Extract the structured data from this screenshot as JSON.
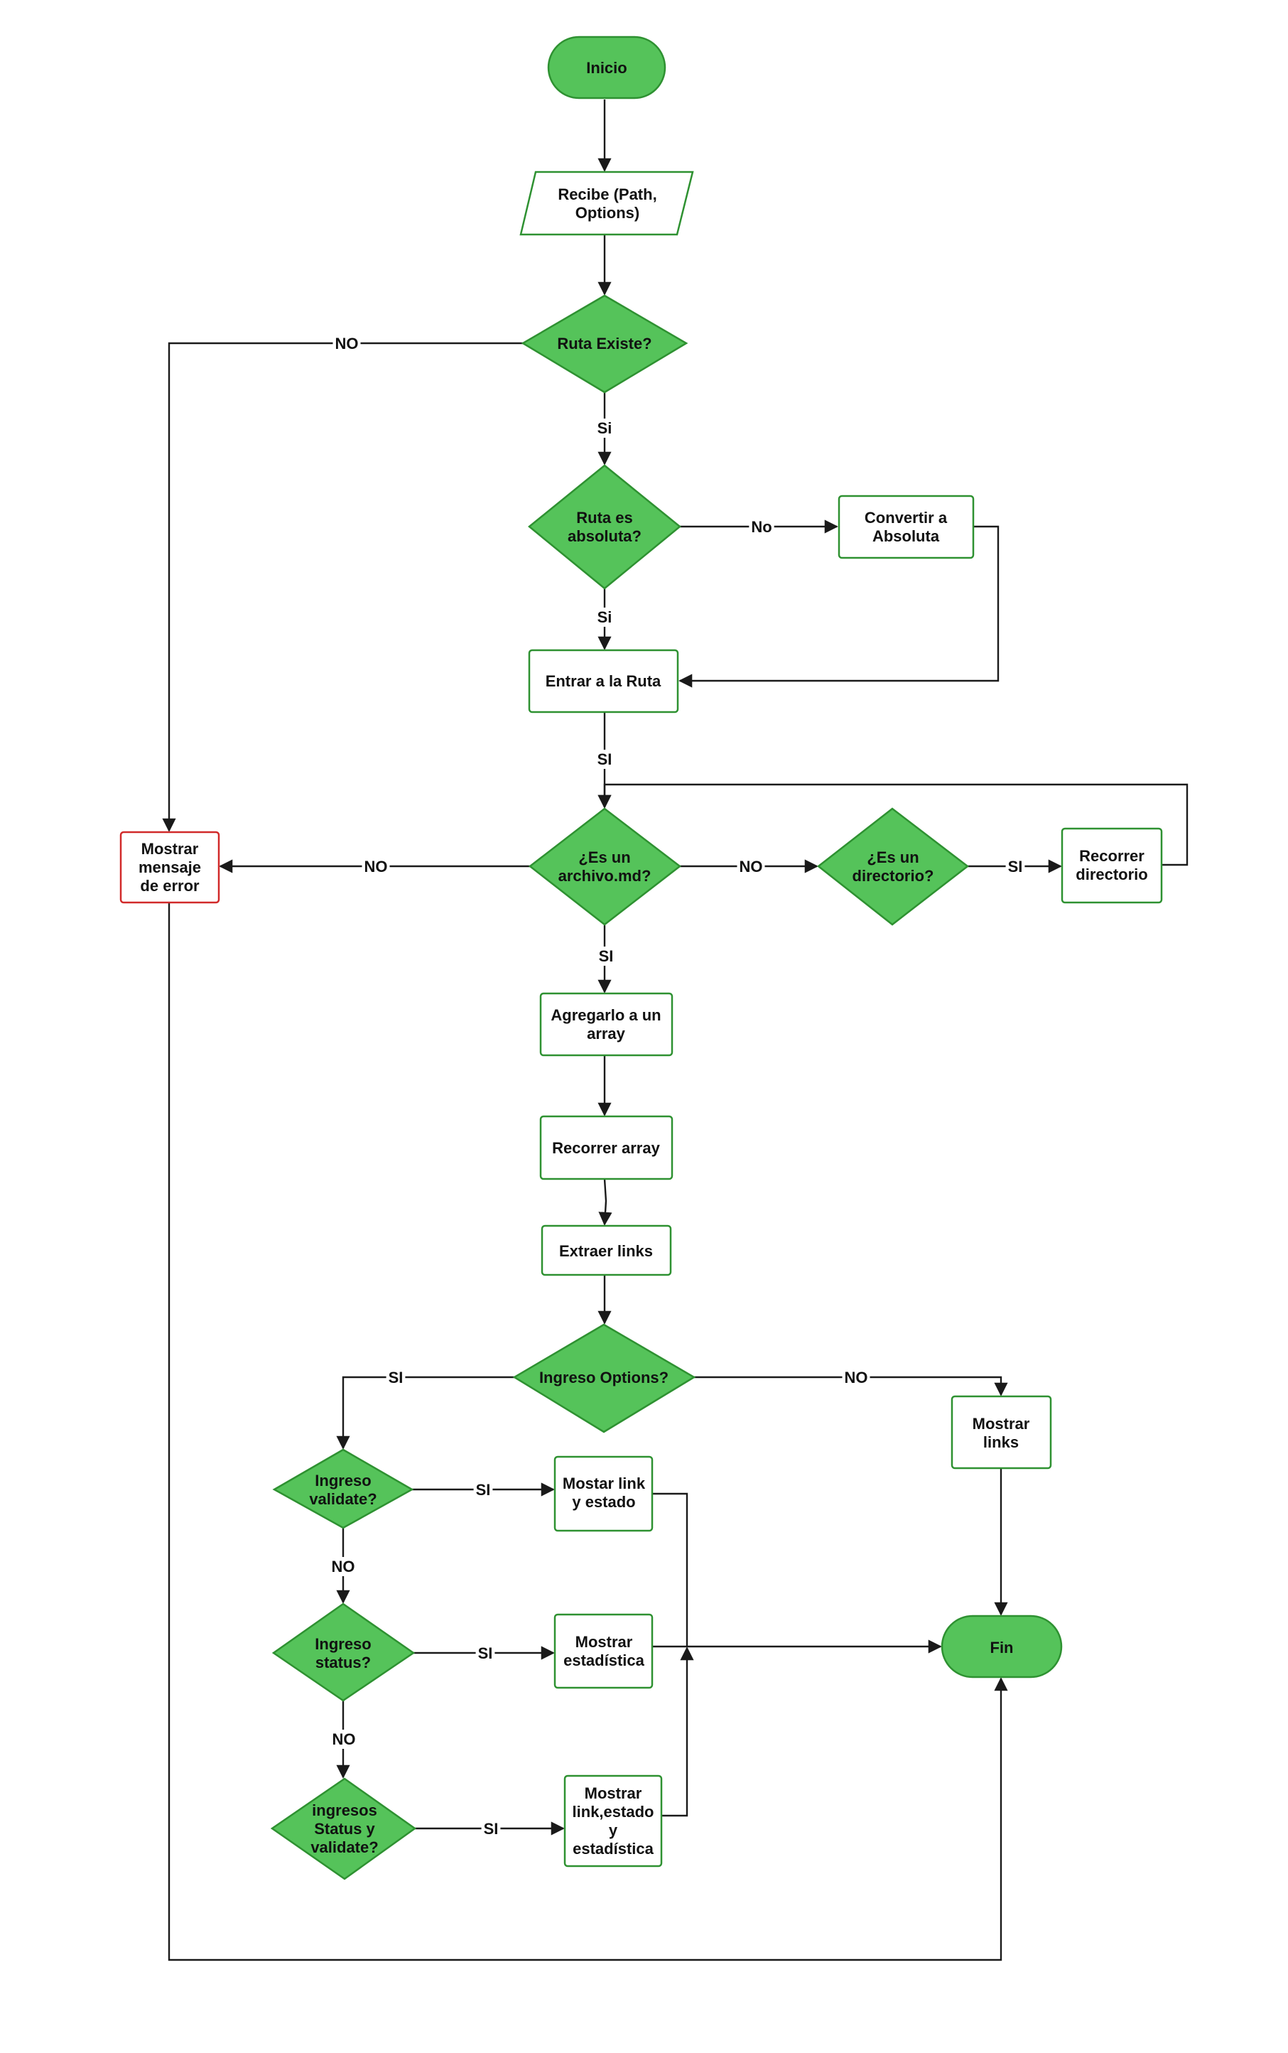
{
  "colors": {
    "fill_green": "#55c35a",
    "stroke_green": "#2e9131",
    "stroke_red": "#d12a2a",
    "line": "#1a1a1a"
  },
  "nodes": {
    "inicio": "Inicio",
    "recibe": [
      "Recibe (Path,",
      "Options)"
    ],
    "ruta_existe": "Ruta Existe?",
    "ruta_absoluta": [
      "Ruta es",
      "absoluta?"
    ],
    "convertir": [
      "Convertir a",
      "Absoluta"
    ],
    "entrar": "Entrar a la Ruta",
    "es_archivo": [
      "¿Es un",
      "archivo.md?"
    ],
    "es_directorio": [
      "¿Es un",
      "directorio?"
    ],
    "recorrer_dir": [
      "Recorrer",
      "directorio"
    ],
    "mostrar_error": [
      "Mostrar",
      "mensaje",
      "de error"
    ],
    "agregar": [
      "Agregarlo a un",
      "array"
    ],
    "recorrer_array": "Recorrer array",
    "extraer": "Extraer links",
    "ingreso_options": "Ingreso Options?",
    "mostrar_links": [
      "Mostrar",
      "links"
    ],
    "ingreso_validate": [
      "Ingreso",
      "validate?"
    ],
    "mostar_link_estado": [
      "Mostar link",
      "y estado"
    ],
    "ingreso_status": [
      "Ingreso",
      "status?"
    ],
    "mostrar_estadistica": [
      "Mostrar",
      "estadística"
    ],
    "ingresos_status_validate": [
      "ingresos",
      "Status  y",
      "validate?"
    ],
    "mostrar_todo": [
      "Mostrar",
      "link,estado",
      "y",
      "estadística"
    ],
    "fin": "Fin"
  },
  "edge_labels": {
    "ruta_existe_no": "NO",
    "ruta_existe_si": "Si",
    "absoluta_no": "No",
    "absoluta_si": "Si",
    "entrar_si": "SI",
    "archivo_no_error": "NO",
    "archivo_no_dir": "NO",
    "dir_si": "SI",
    "archivo_si": "SI",
    "options_si": "SI",
    "options_no": "NO",
    "validate_si": "SI",
    "validate_no": "NO",
    "status_si": "SI",
    "status_no": "NO",
    "ambos_si": "SI"
  }
}
